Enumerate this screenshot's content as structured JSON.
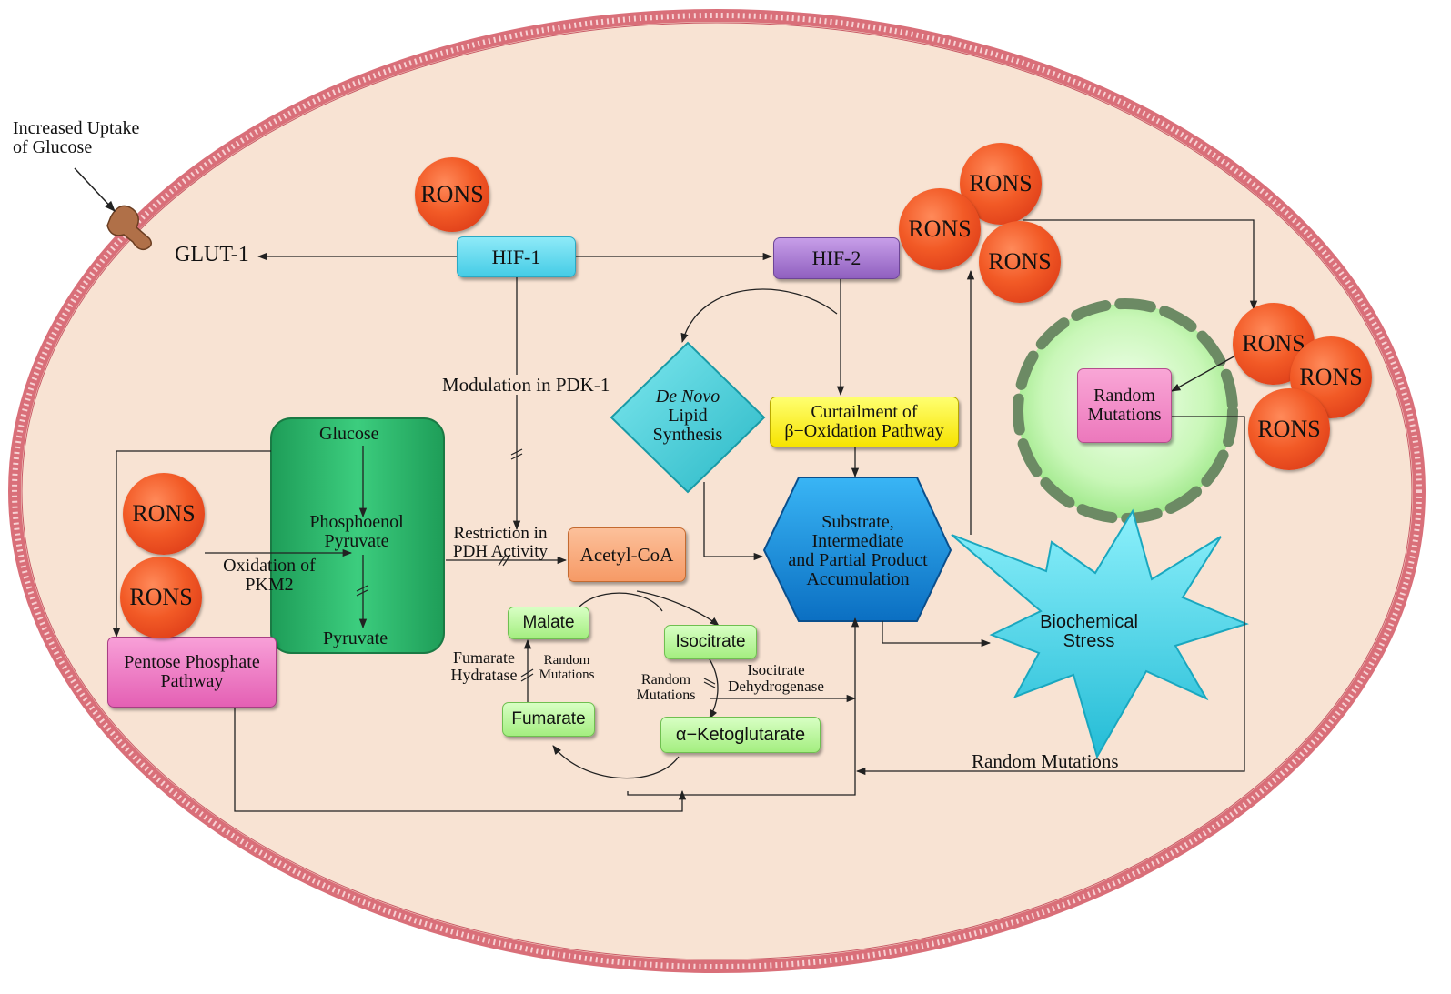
{
  "cell": {
    "uptake_label": "Increased Uptake\nof Glucose",
    "glut_label": "GLUT-1"
  },
  "nodes": {
    "hif1": "HIF-1",
    "hif2": "HIF-2",
    "modulation_pdk1": "Modulation in PDK-1",
    "de_novo_italic": "De Novo",
    "de_novo_rest": "Lipid\nSynthesis",
    "curtailment": "Curtailment of\nβ−Oxidation Pathway",
    "substrate": "Substrate,\nIntermediate\nand Partial Product\nAccumulation",
    "random_mutations_nucleus": "Random\nMutations",
    "biochemical_stress": "Biochemical\nStress",
    "glucose": "Glucose",
    "phosphoenol": "Phosphoenol\nPyruvate",
    "pyruvate": "Pyruvate",
    "oxidation_pkm2": "Oxidation of\nPKM2",
    "pentose": "Pentose Phosphate\nPathway",
    "restriction_pdh": "Restriction in\nPDH Activity",
    "acetyl_coa": "Acetyl-CoA",
    "malate": "Malate",
    "isocitrate": "Isocitrate",
    "fumarate": "Fumarate",
    "ketoglutarate": "α−Ketoglutarate",
    "fumarate_hydratase": "Fumarate\nHydratase",
    "random_mutations_fh": "Random\nMutations",
    "random_mutations_idh": "Random\nMutations",
    "isocitrate_dehydrogenase": "Isocitrate\nDehydrogenase",
    "random_mutations_bottom": "Random Mutations"
  },
  "rons_label": "RONS",
  "colors": {
    "cell_fill": "#f8e3d3",
    "membrane": "#d9707a",
    "rons": "#f25a26",
    "hif1": "#56d8f0",
    "hif2": "#a878d0",
    "diamond": "#52d4dc",
    "curtailment": "#fff200",
    "hexagon": "#1a8fe0",
    "star": "#3fd6e8",
    "glycolysis_box": "#2fb870",
    "pentose": "#ef6fc0",
    "acetyl_coa": "#f9a878",
    "tca_box": "#bdf5a0",
    "nucleus_fill": "#d9ffd0",
    "random_box": "#f58ec8"
  }
}
